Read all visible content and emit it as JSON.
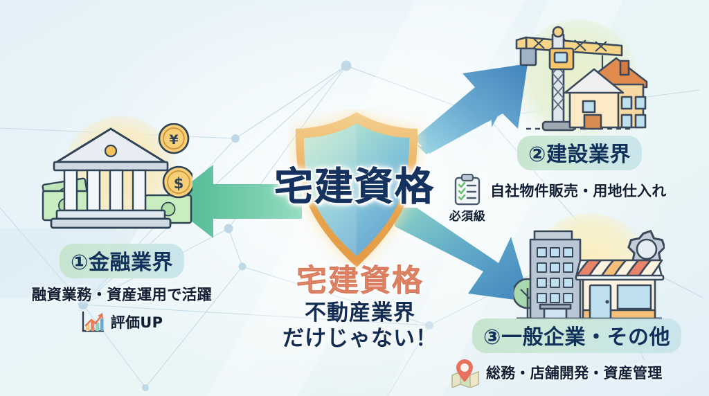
{
  "theme": {
    "background": "#e6f2f8",
    "navy": "#11305a",
    "salmon": "#e08a6d",
    "pill_green": "#c6e4cd",
    "pill_blue": "#c4e2ea",
    "arrow_green": "#5cbf9a",
    "arrow_blue": "#4a8fc4",
    "shield_gold": "#e8a74f"
  },
  "center": {
    "shield_title": "宅建資格",
    "shield_icon": "shield-icon",
    "tagline_main": "宅建資格",
    "tagline_line1": "不動産業界",
    "tagline_line2": "だけじゃない！"
  },
  "arrows": [
    {
      "name": "arrow-left-to-finance",
      "direction": "left",
      "color_from": "#7fd3ae",
      "color_to": "#4fb894"
    },
    {
      "name": "arrow-upright-to-construction",
      "direction": "up-right",
      "color_from": "#8ecfe0",
      "color_to": "#4a8fc4"
    },
    {
      "name": "arrow-downright-to-general",
      "direction": "down-right",
      "color_from": "#86d4c4",
      "color_to": "#4a8fc4"
    }
  ],
  "sections": [
    {
      "id": "finance",
      "number": "①",
      "title": "金融業界",
      "description": "融資業務・資産運用で活躍",
      "badge_icon": "bar-chart-up-icon",
      "badge_text": "評価UP",
      "illustration": "bank-building-icon",
      "illustration_parts": [
        "bank-columns",
        "yen-coin",
        "dollar-coin",
        "banknotes"
      ]
    },
    {
      "id": "construction",
      "number": "②",
      "title": "建設業界",
      "description": "自社物件販売・用地仕入れ",
      "badge_icon": "clipboard-check-icon",
      "badge_text": "必須級",
      "illustration": "crane-house-icon",
      "illustration_parts": [
        "tower-crane",
        "house-orange-roof"
      ]
    },
    {
      "id": "general",
      "number": "③",
      "title": "一般企業・その他",
      "description": "総務・店舗開発・資産管理",
      "badge_icon": "map-pin-icon",
      "badge_text": "",
      "illustration": "office-shop-icon",
      "illustration_parts": [
        "office-building",
        "shop-awning",
        "gear",
        "tree"
      ]
    }
  ]
}
